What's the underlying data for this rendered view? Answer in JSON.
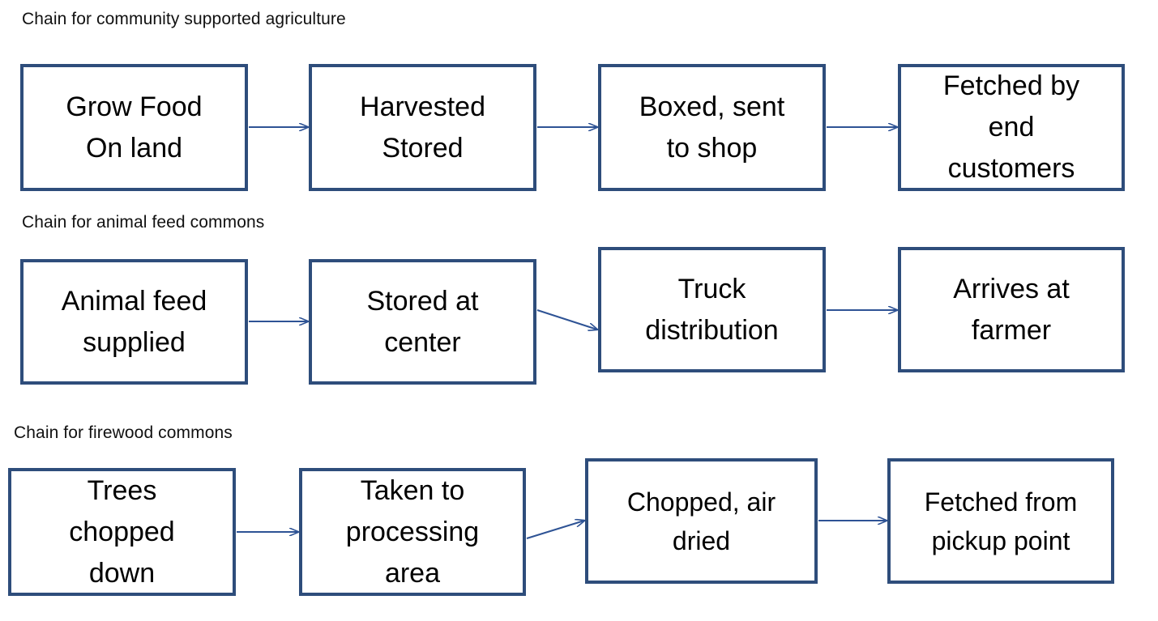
{
  "page": {
    "background": "#ffffff",
    "box_border_color": "#2E4D7B",
    "arrow_color": "#2E5395",
    "text_color": "#000000"
  },
  "chains": [
    {
      "id": "community-supported-agriculture",
      "label": "Chain for community supported agriculture",
      "nodes": [
        {
          "id": "grow-food-on-land",
          "text": "Grow Food\nOn land"
        },
        {
          "id": "harvested-stored",
          "text": "Harvested\nStored"
        },
        {
          "id": "boxed-sent-to-shop",
          "text": "Boxed, sent\nto shop"
        },
        {
          "id": "fetched-by-end-customers",
          "text": "Fetched by\nend\ncustomers"
        }
      ],
      "arrows": [
        {
          "id": "arrow-1-1",
          "from": "grow-food-on-land",
          "to": "harvested-stored"
        },
        {
          "id": "arrow-1-2",
          "from": "harvested-stored",
          "to": "boxed-sent-to-shop"
        },
        {
          "id": "arrow-1-3",
          "from": "boxed-sent-to-shop",
          "to": "fetched-by-end-customers"
        }
      ]
    },
    {
      "id": "animal-feed-commons",
      "label": "Chain for animal feed commons",
      "nodes": [
        {
          "id": "animal-feed-supplied",
          "text": "Animal feed\nsupplied"
        },
        {
          "id": "stored-at-center",
          "text": "Stored at\ncenter"
        },
        {
          "id": "truck-distribution",
          "text": "Truck\ndistribution"
        },
        {
          "id": "arrives-at-farmer",
          "text": "Arrives at\nfarmer"
        }
      ],
      "arrows": [
        {
          "id": "arrow-2-1",
          "from": "animal-feed-supplied",
          "to": "stored-at-center"
        },
        {
          "id": "arrow-2-2",
          "from": "stored-at-center",
          "to": "truck-distribution"
        },
        {
          "id": "arrow-2-3",
          "from": "truck-distribution",
          "to": "arrives-at-farmer"
        }
      ]
    },
    {
      "id": "firewood-commons",
      "label": "Chain for firewood commons",
      "nodes": [
        {
          "id": "trees-chopped-down",
          "text": "Trees\nchopped\ndown"
        },
        {
          "id": "taken-to-processing-area",
          "text": "Taken to\nprocessing\narea"
        },
        {
          "id": "chopped-air-dried",
          "text": "Chopped, air\ndried"
        },
        {
          "id": "fetched-from-pickup-point",
          "text": "Fetched from\npickup point"
        }
      ],
      "arrows": [
        {
          "id": "arrow-3-1",
          "from": "trees-chopped-down",
          "to": "taken-to-processing-area"
        },
        {
          "id": "arrow-3-2",
          "from": "taken-to-processing-area",
          "to": "chopped-air-dried"
        },
        {
          "id": "arrow-3-3",
          "from": "chopped-air-dried",
          "to": "fetched-from-pickup-point"
        }
      ]
    }
  ]
}
